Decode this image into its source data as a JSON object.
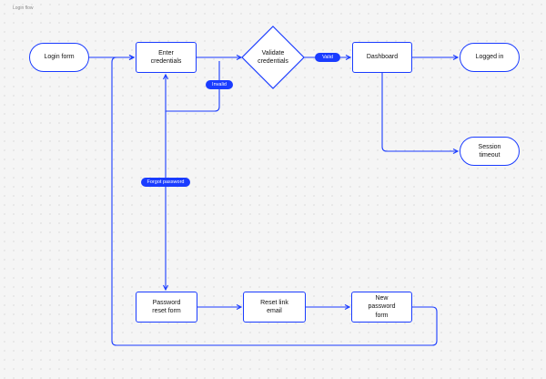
{
  "canvas": {
    "frame_title": "Login flow"
  },
  "colors": {
    "accent": "#1a3cff",
    "node_fill": "#ffffff",
    "text": "#111111",
    "background": "#f5f5f5"
  },
  "nodes": {
    "login_form": "Login form",
    "enter_credentials": "Enter\ncredentials",
    "validate_credentials": "Validate\ncredentials",
    "dashboard": "Dashboard",
    "logged_in": "Logged in",
    "session_timeout": "Session\ntimeout",
    "password_reset_form": "Password\nreset form",
    "reset_link_email": "Reset link\nemail",
    "new_password_form": "New\npassword\nform"
  },
  "edge_labels": {
    "valid": "Valid",
    "invalid": "Invalid",
    "forgot_password": "Forgot password"
  }
}
